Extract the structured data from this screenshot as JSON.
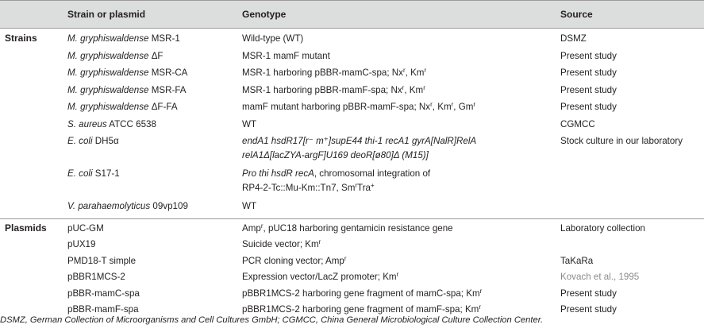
{
  "headers": {
    "strain": "Strain or plasmid",
    "genotype": "Genotype",
    "source": "Source"
  },
  "groups": {
    "strains": "Strains",
    "plasmids": "Plasmids"
  },
  "strains": [
    {
      "name_it": "M. gryphiswaldense",
      "name_rest": " MSR-1",
      "genotype": "Wild-type (WT)",
      "source": "DSMZ"
    },
    {
      "name_it": "M. gryphiswaldense",
      "name_rest": " ΔF",
      "genotype": "MSR-1 mamF mutant",
      "source": "Present study"
    },
    {
      "name_it": "M. gryphiswaldense",
      "name_rest": " MSR-CA",
      "genotype": "MSR-1 harboring pBBR-mamC-spa; Nx",
      "sup1": "r",
      "mid1": ", Km",
      "sup2": "r",
      "source": "Present study"
    },
    {
      "name_it": "M. gryphiswaldense",
      "name_rest": " MSR-FA",
      "genotype": "MSR-1 harboring pBBR-mamF-spa; Nx",
      "sup1": "r",
      "mid1": ", Km",
      "sup2": "r",
      "source": "Present study"
    },
    {
      "name_it": "M. gryphiswaldense",
      "name_rest": " ΔF-FA",
      "genotype": "mamF mutant harboring pBBR-mamF-spa; Nx",
      "sup1": "r",
      "mid1": ", Km",
      "sup2": "r",
      "mid2": ", Gm",
      "sup3": "r",
      "source": "Present study"
    },
    {
      "name_it": "S. aureus",
      "name_rest": " ATCC 6538",
      "genotype": "WT",
      "source": "CGMCC"
    },
    {
      "name_it": "E. coli",
      "name_rest": " DH5α",
      "geno_line1": "endA1 hsdR17[r⁻ m⁺]supE44 thi-1 recA1 gyrA[NalR]RelA",
      "geno_line2": "relA1Δ[lacZYA-argF]U169 deoR[ø80]Δ (M15)]",
      "source": "Stock culture in our laboratory"
    },
    {
      "name_it": "E. coli",
      "name_rest": " S17-1",
      "geno_line1_it": "Pro thi hsdR recA",
      "geno_line1_rest": ", chromosomal integration of",
      "geno_line2": "RP4-2-Tc::Mu-Km::Tn7, Sm",
      "geno_line2_sup": "r",
      "geno_line2_tail": "Tra",
      "geno_line2_sup2": "+",
      "source": ""
    },
    {
      "name_it": "V. parahaemolyticus",
      "name_rest": " 09vp109",
      "genotype": "WT",
      "source": ""
    }
  ],
  "plasmids": [
    {
      "name": "pUC-GM",
      "genotype": "Amp",
      "sup1": "r",
      "mid1": ", pUC18 harboring gentamicin resistance gene",
      "source": "Laboratory collection"
    },
    {
      "name": "pUX19",
      "genotype": "Suicide vector; Km",
      "sup1": "r",
      "source": ""
    },
    {
      "name": "PMD18-T simple",
      "genotype": "PCR cloning vector; Amp",
      "sup1": "r",
      "source": "TaKaRa"
    },
    {
      "name": "pBBR1MCS-2",
      "genotype": "Expression vector/LacZ promoter; Km",
      "sup1": "r",
      "source": "Kovach et al., 1995"
    },
    {
      "name": "pBBR-mamC-spa",
      "genotype": "pBBR1MCS-2 harboring gene fragment of mamC-spa; Km",
      "sup1": "r",
      "source": "Present study"
    },
    {
      "name": "pBBR-mamF-spa",
      "genotype": "pBBR1MCS-2 harboring gene fragment of mamF-spa; Km",
      "sup1": "r",
      "source": "Present study"
    }
  ],
  "footnote": "DSMZ, German Collection of Microorganisms and Cell Cultures GmbH; CGMCC, China General Microbiological Culture Collection Center."
}
